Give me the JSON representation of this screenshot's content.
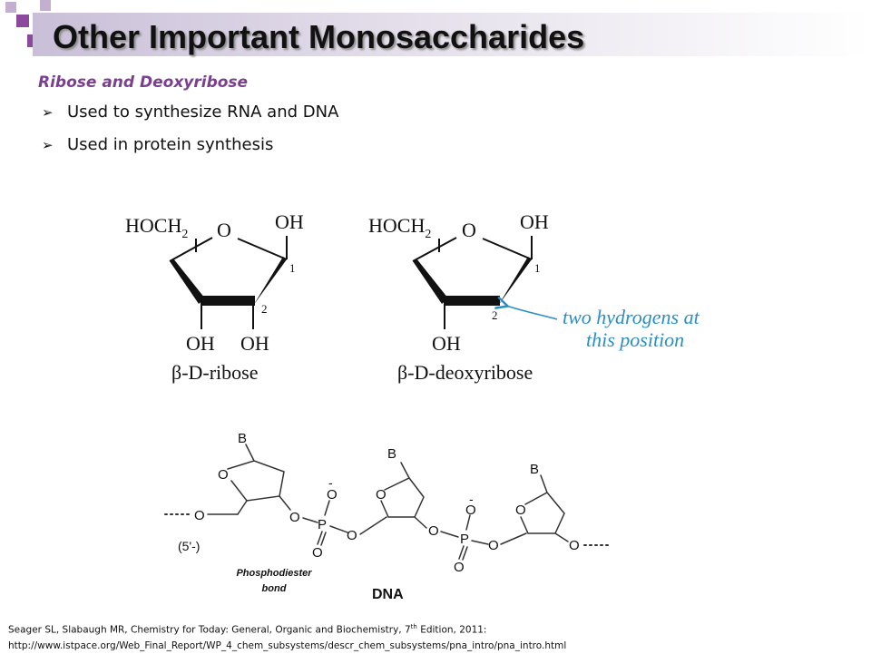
{
  "slide": {
    "title": "Other Important Monosaccharides",
    "subtitle": "Ribose and Deoxyribose",
    "bullets": [
      "Used to synthesize RNA and DNA",
      "Used in protein synthesis"
    ]
  },
  "ribose": {
    "hoch2": "HOCH",
    "sub2": "2",
    "ring_o": "O",
    "oh_c1": "OH",
    "c1": "1",
    "c2": "2",
    "oh_c3": "OH",
    "oh_c2": "OH",
    "name": "β-D-ribose"
  },
  "deoxyribose": {
    "hoch2": "HOCH",
    "sub2": "2",
    "ring_o": "O",
    "oh_c1": "OH",
    "c1": "1",
    "c2": "2",
    "oh_c3": "OH",
    "name": "β-D-deoxyribose",
    "annotation_line1": "two hydrogens at",
    "annotation_line2": "this position"
  },
  "dna": {
    "base": "B",
    "ring_o": "O",
    "ester_o": "O",
    "phosphorus": "P",
    "minus": "-",
    "five_prime": "(5'-)",
    "phosphodiester_line1": "Phosphodiester",
    "phosphodiester_line2": "bond",
    "label": "DNA"
  },
  "citation": {
    "line1_pre": "Seager SL, Slabaugh MR, Chemistry for Today: General, Organic and Biochemistry, 7",
    "line1_sup": "th",
    "line1_post": " Edition, 2011:",
    "line2": "http://www.istpace.org/Web_Final_Report/WP_4_chem_subsystems/descr_chem_subsystems/pna_intro/pna_intro.html"
  },
  "colors": {
    "accent_purple": "#8b4a9c",
    "light_purple": "#c4afd0",
    "subtitle": "#7b3f8f",
    "annotation_blue": "#2a8fc4"
  }
}
